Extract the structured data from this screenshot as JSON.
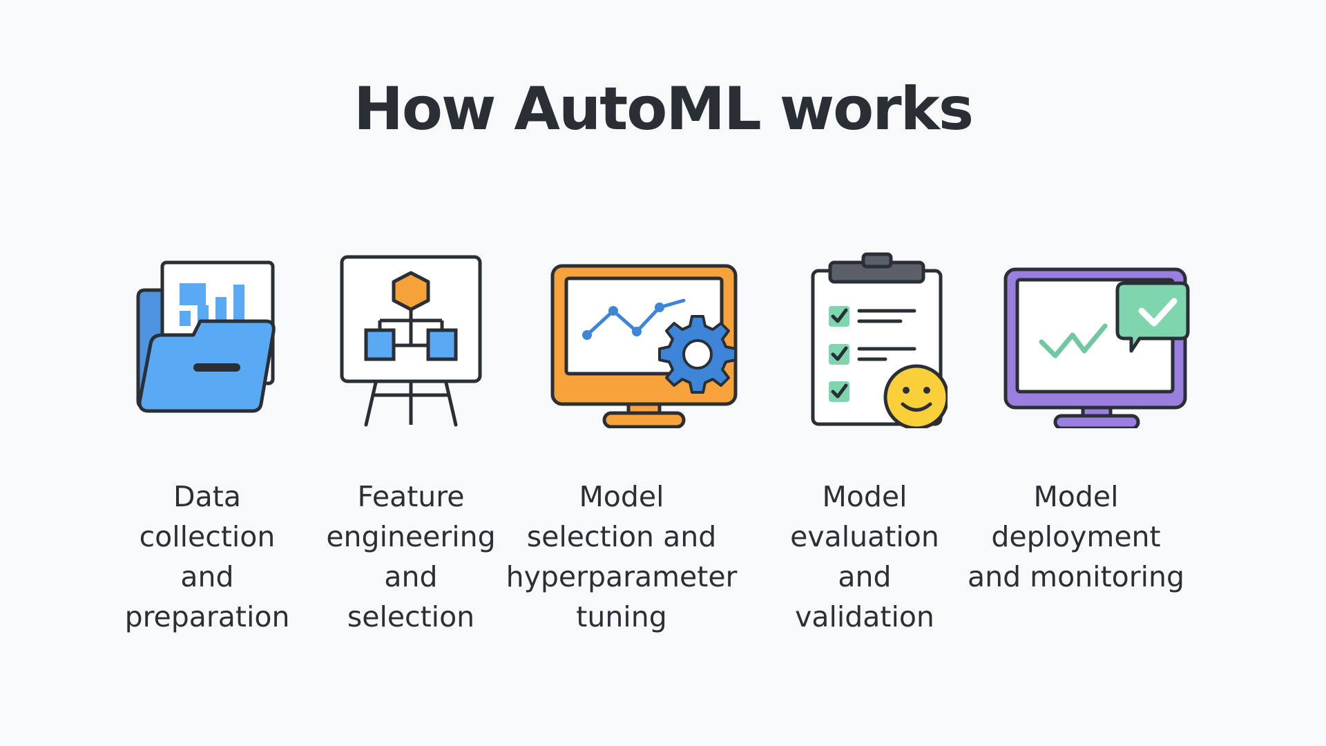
{
  "title": "How AutoML works",
  "steps": [
    {
      "label": "Data\ncollection\nand\npreparation",
      "icon": "folder-chart-icon",
      "color": "#5aa9f5"
    },
    {
      "label": "Feature\nengineering\nand\nselection",
      "icon": "flowchart-easel-icon",
      "color": "#f5a23a"
    },
    {
      "label": "Model\nselection and\nhyperparameter\ntuning",
      "icon": "monitor-gear-icon",
      "color": "#f7a23a"
    },
    {
      "label": "Model\nevaluation\nand\nvalidation",
      "icon": "clipboard-checklist-icon",
      "color": "#7fd6ae"
    },
    {
      "label": "Model\ndeployment\nand monitoring",
      "icon": "monitor-check-icon",
      "color": "#9a7fe0"
    }
  ],
  "colors": {
    "outline": "#2a2f36",
    "blue": "#5aa9f5",
    "orange": "#f7a23a",
    "green": "#7fd6ae",
    "purple": "#9a7fe0",
    "yellow": "#f9cf3a"
  }
}
